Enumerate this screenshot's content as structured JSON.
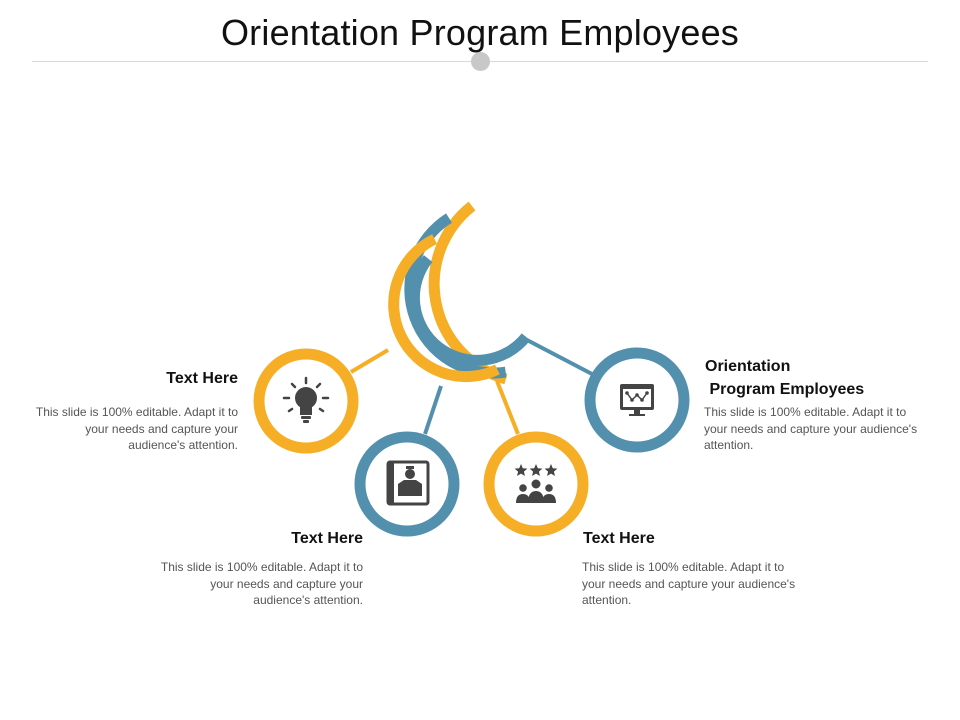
{
  "slide": {
    "title": "Orientation Program Employees"
  },
  "colors": {
    "orange": "#F5AE25",
    "blue": "#5390AE",
    "icon_gray": "#444444",
    "connector_gray": "#d9d9d9"
  },
  "items": [
    {
      "heading": "Text Here",
      "body": "This slide is 100% editable. Adapt it to your needs and capture your audience's attention.",
      "icon": "lightbulb-icon",
      "ring_color": "orange"
    },
    {
      "heading": "Text Here",
      "body": "This slide is 100% editable. Adapt it to your needs and capture your audience's attention.",
      "icon": "employee-id-card-icon",
      "ring_color": "blue"
    },
    {
      "heading": "Text Here",
      "body": "This slide is 100% editable. Adapt it to your needs and capture your audience's attention.",
      "icon": "team-rating-icon",
      "ring_color": "orange"
    },
    {
      "heading": "Orientation\n Program Employees",
      "body": "This slide is 100% editable. Adapt it to your needs and capture your audience's attention.",
      "icon": "monitor-network-icon",
      "ring_color": "blue"
    }
  ]
}
